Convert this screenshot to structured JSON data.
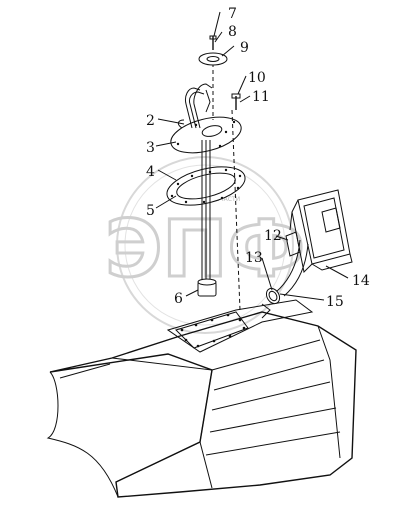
{
  "diagram": {
    "callouts": [
      {
        "id": "7",
        "label": "7"
      },
      {
        "id": "8",
        "label": "8"
      },
      {
        "id": "9",
        "label": "9"
      },
      {
        "id": "10",
        "label": "10"
      },
      {
        "id": "11",
        "label": "11"
      },
      {
        "id": "2",
        "label": "2"
      },
      {
        "id": "3",
        "label": "3"
      },
      {
        "id": "4",
        "label": "4"
      },
      {
        "id": "5",
        "label": "5"
      },
      {
        "id": "12",
        "label": "12"
      },
      {
        "id": "13",
        "label": "13"
      },
      {
        "id": "14",
        "label": "14"
      },
      {
        "id": "6",
        "label": "6"
      },
      {
        "id": "15",
        "label": "15"
      }
    ],
    "watermark": {
      "letters": "ЭПФ",
      "arc_text": "УСЛУГИ ПО ЗАПЧАСТИ"
    }
  }
}
